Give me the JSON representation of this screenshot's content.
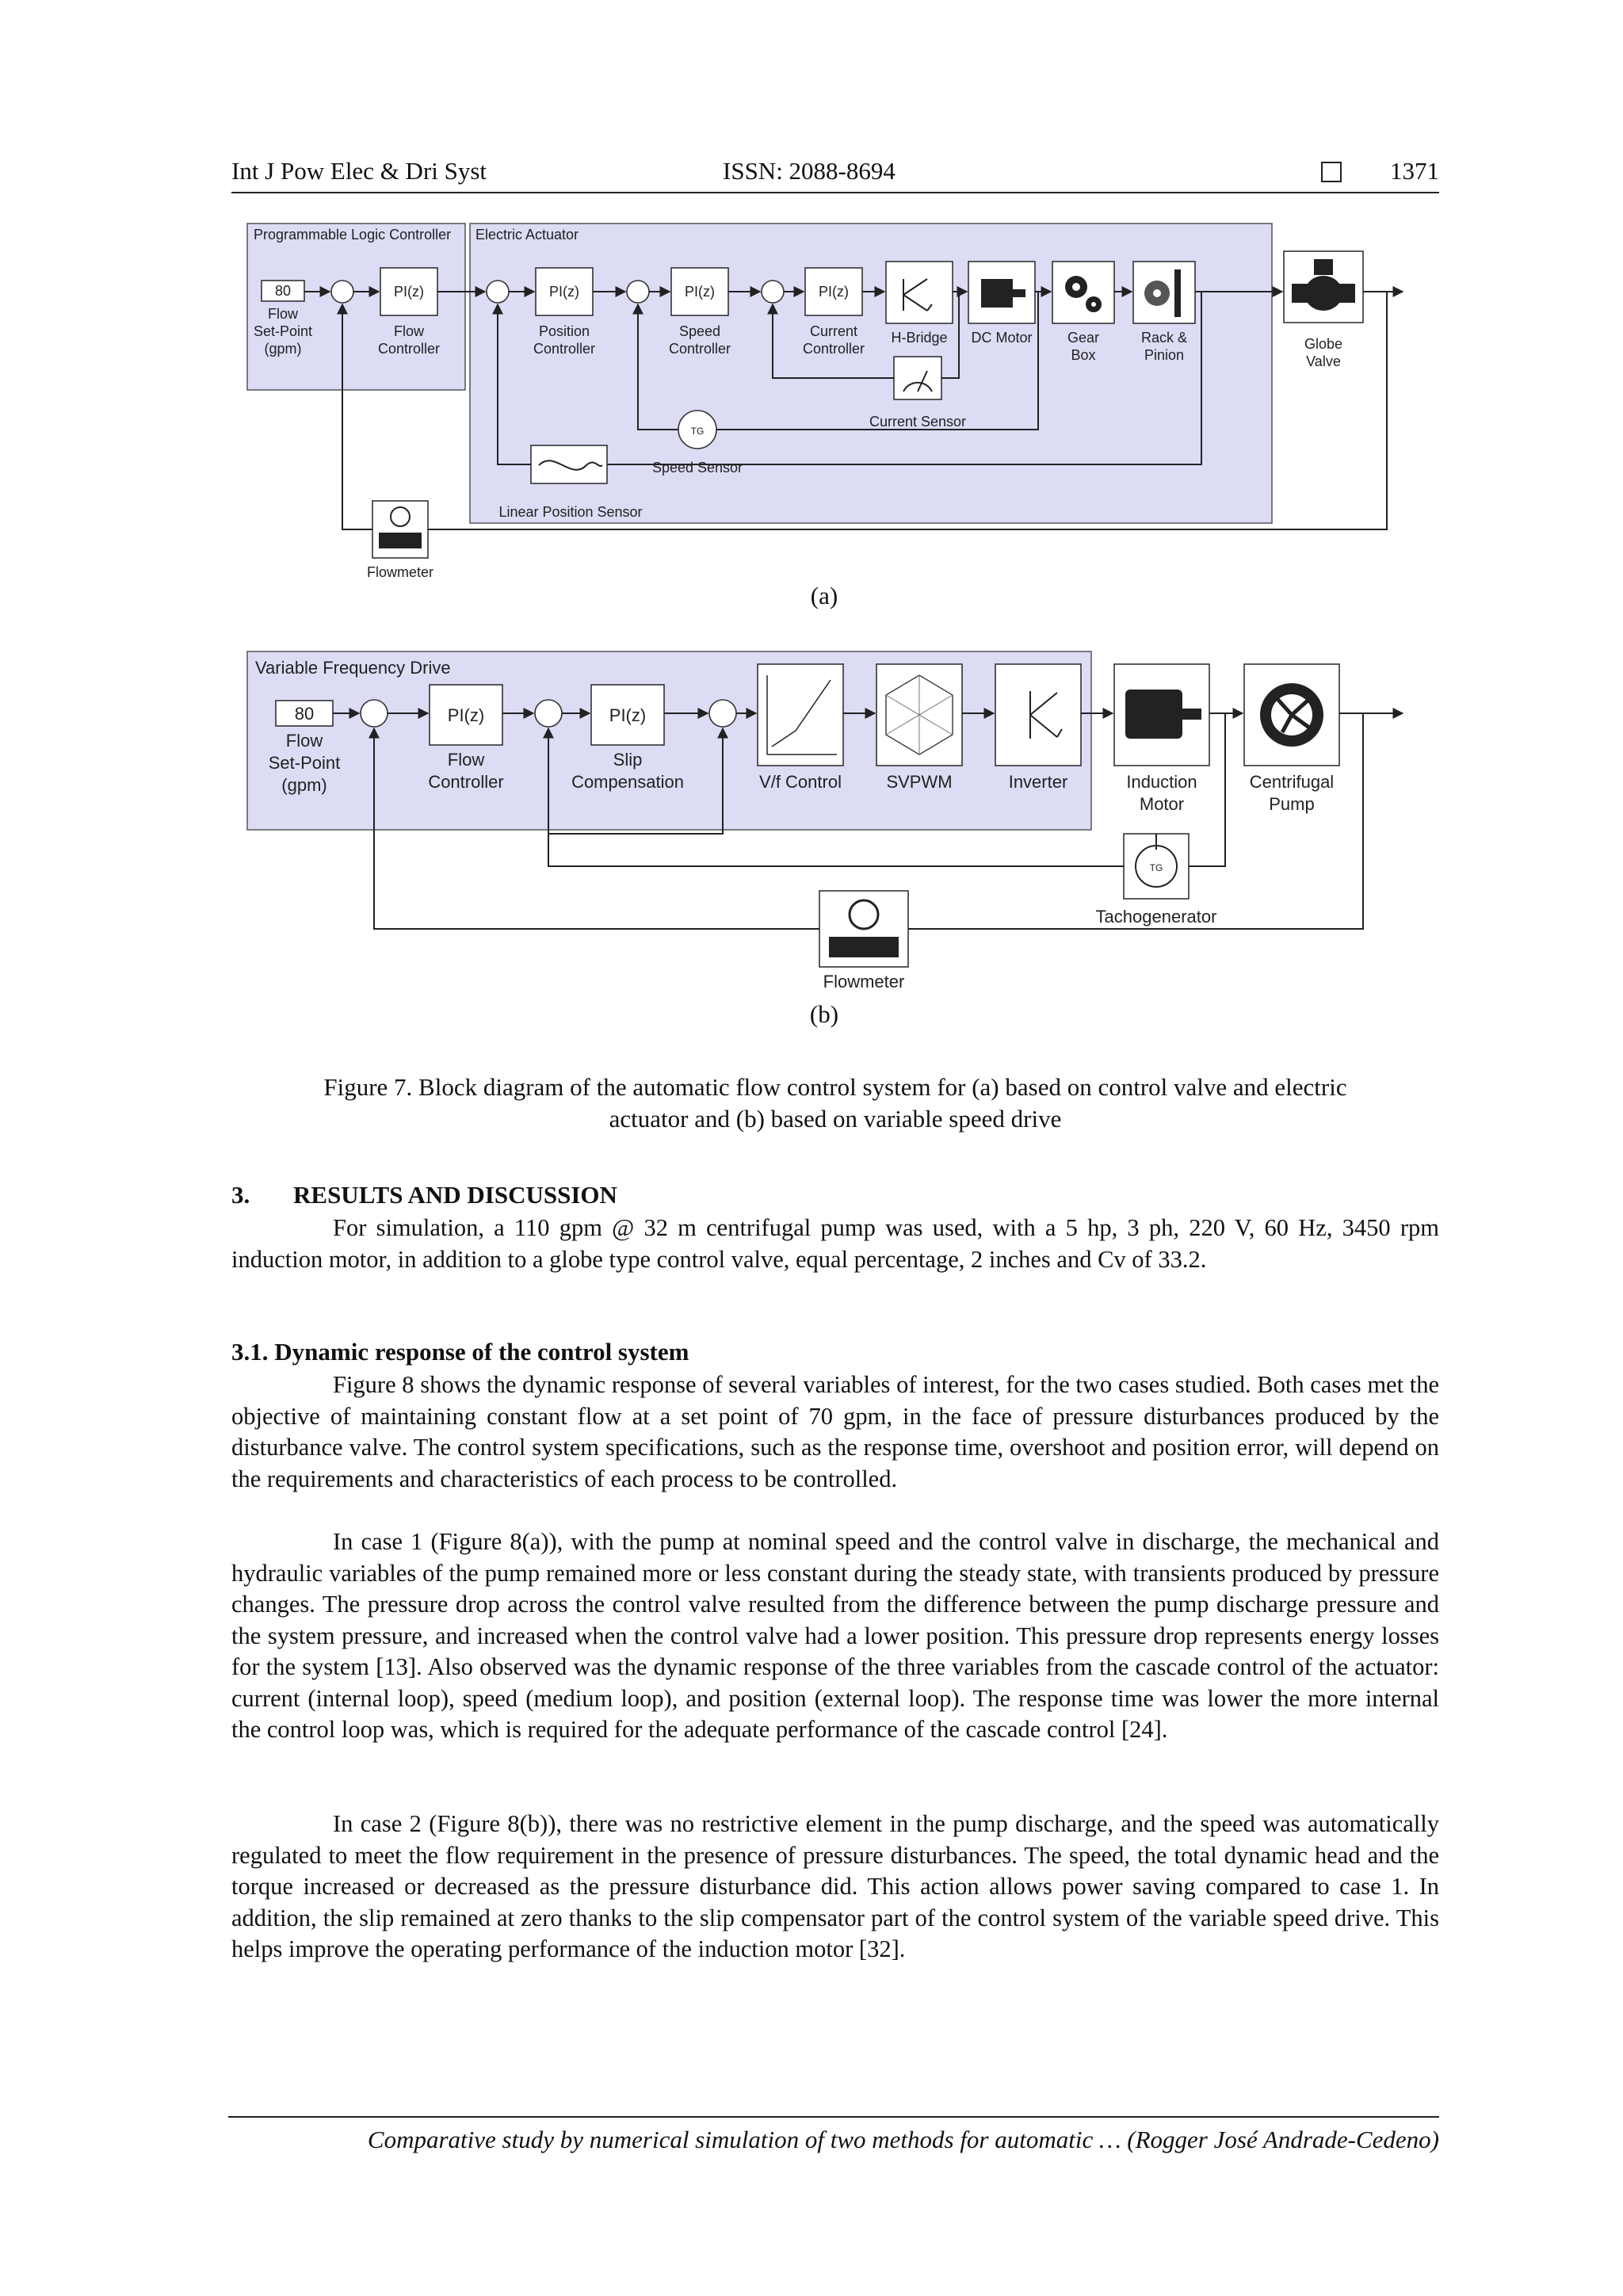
{
  "header": {
    "journal": "Int J Pow Elec & Dri Syst",
    "issn": "ISSN: 2088-8694",
    "page": "1371"
  },
  "figure_a": {
    "plc_title": "Programmable Logic Controller",
    "actuator_title": "Electric Actuator",
    "setpoint_value": "80",
    "setpoint_label": [
      "Flow",
      "Set-Point",
      "(gpm)"
    ],
    "blocks": [
      {
        "tf": "PI(z)",
        "label": [
          "Flow",
          "Controller"
        ]
      },
      {
        "tf": "PI(z)",
        "label": [
          "Position",
          "Controller"
        ]
      },
      {
        "tf": "PI(z)",
        "label": [
          "Speed",
          "Controller"
        ]
      },
      {
        "tf": "PI(z)",
        "label": [
          "Current",
          "Controller"
        ]
      }
    ],
    "devices": {
      "hbridge": "H-Bridge",
      "dcmotor": "DC Motor",
      "gearbox": [
        "Gear",
        "Box"
      ],
      "rack": [
        "Rack &",
        "Pinion"
      ],
      "valve": [
        "Globe",
        "Valve"
      ],
      "current_sensor": "Current Sensor",
      "speed_sensor": "Speed Sensor",
      "position_sensor": "Linear Position Sensor",
      "flowmeter": "Flowmeter",
      "tg": "TG"
    },
    "sublabel": "(a)"
  },
  "figure_b": {
    "vfd_title": "Variable Frequency Drive",
    "setpoint_value": "80",
    "setpoint_label": [
      "Flow",
      "Set-Point",
      "(gpm)"
    ],
    "blocks": [
      {
        "tf": "PI(z)",
        "label": [
          "Flow",
          "Controller"
        ]
      },
      {
        "tf": "PI(z)",
        "label": [
          "Slip",
          "Compensation"
        ]
      }
    ],
    "devices": {
      "vf": "V/f Control",
      "svpwm": "SVPWM",
      "inverter": "Inverter",
      "motor": [
        "Induction",
        "Motor"
      ],
      "pump": [
        "Centrifugal",
        "Pump"
      ],
      "tacho": "Tachogenerator",
      "flowmeter": "Flowmeter",
      "tg": "TG"
    },
    "sublabel": "(b)"
  },
  "caption": {
    "line1": "Figure 7. Block diagram of the automatic flow control system for (a) based on control valve and electric",
    "line2": "actuator and (b) based on variable speed drive"
  },
  "section3": {
    "num": "3.",
    "title": "RESULTS AND DISCUSSION",
    "para": "For simulation, a 110 gpm @ 32 m centrifugal pump was used, with a 5 hp, 3 ph, 220 V, 60 Hz, 3450 rpm induction motor, in addition to a globe type control valve, equal percentage, 2 inches and Cv of 33.2."
  },
  "section31": {
    "title": "3.1.  Dynamic response of the control system",
    "p1": "Figure 8 shows the dynamic response of several variables of interest, for the two cases studied. Both cases met the objective of maintaining constant flow at a set point of 70 gpm, in the face of pressure disturbances produced by the disturbance valve. The control system specifications, such as the response time, overshoot and position error, will depend on the requirements and characteristics of each process to be controlled.",
    "p2": "In case 1 (Figure 8(a)), with the pump at nominal speed and the control valve in discharge, the mechanical and hydraulic variables of the pump remained more or less constant during the steady state, with transients produced by pressure changes. The pressure drop across the control valve resulted from the difference between the pump discharge pressure and the system pressure, and increased when the control valve had a lower position. This pressure drop represents energy losses for the system [13]. Also observed was the dynamic response of the three variables from the cascade control of the actuator: current (internal loop), speed (medium loop), and position (external loop). The response time was lower the more internal the control loop was, which is required for the adequate performance of the cascade control [24].",
    "p3": "In case 2 (Figure 8(b)), there was no restrictive element in the pump discharge, and the speed was automatically regulated to meet the flow requirement in the presence of pressure disturbances. The speed, the total dynamic head and the torque increased or decreased as the pressure disturbance did. This action allows power saving compared to case 1. In addition, the slip remained at zero thanks to the slip compensator part of the control system of the variable speed drive. This helps improve the operating performance of the induction motor [32]."
  },
  "footer": "Comparative study by numerical simulation of two methods for automatic … (Rogger José Andrade-Cedeno)"
}
